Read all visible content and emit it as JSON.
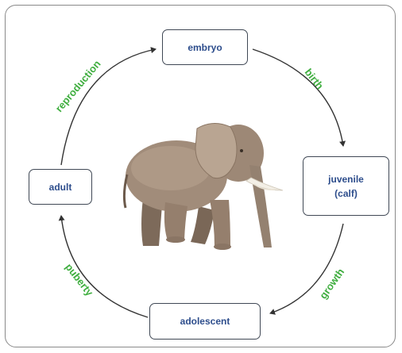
{
  "stages": {
    "embryo": "embryo",
    "juvenile": "juvenile\n(calf)",
    "adolescent": "adolescent",
    "adult": "adult"
  },
  "transitions": {
    "birth": "birth",
    "growth": "growth",
    "puberty": "puberty",
    "reproduction": "reproduction"
  },
  "colors": {
    "stage_text": "#2d4d8c",
    "transition_text": "#3fae3f",
    "box_border": "#404855",
    "arrow": "#333333",
    "frame": "#8a8a8a"
  },
  "image": {
    "subject": "elephant"
  }
}
